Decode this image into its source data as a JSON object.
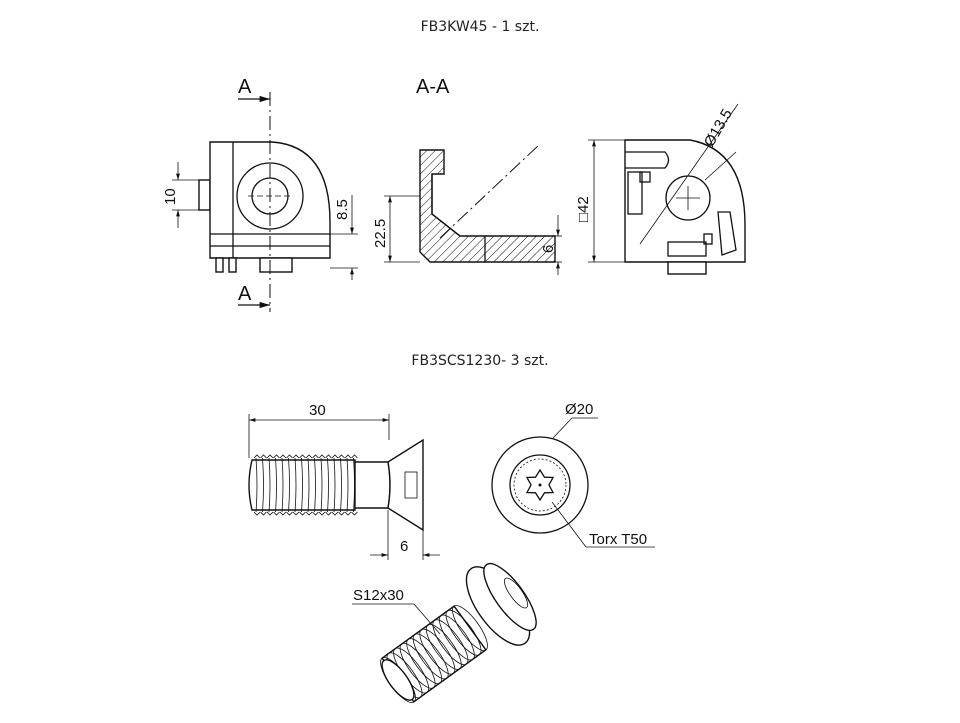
{
  "titles": {
    "kit1": "FB3KW45 - 1 szt.",
    "kit2": "FB3SCS1230- 3 szt."
  },
  "bracket": {
    "section_mark_top": "A",
    "section_mark_bottom": "A",
    "section_label": "A-A",
    "dims": {
      "d10": "10",
      "d8_5": "8.5",
      "d22_5": "22.5",
      "d6": "6",
      "sq42": "□42",
      "dia13_5": "Ø13.5"
    }
  },
  "screw": {
    "dims": {
      "len30": "30",
      "head6": "6",
      "dia20": "Ø20"
    },
    "drive": "Torx T50",
    "designation": "S12x30"
  }
}
